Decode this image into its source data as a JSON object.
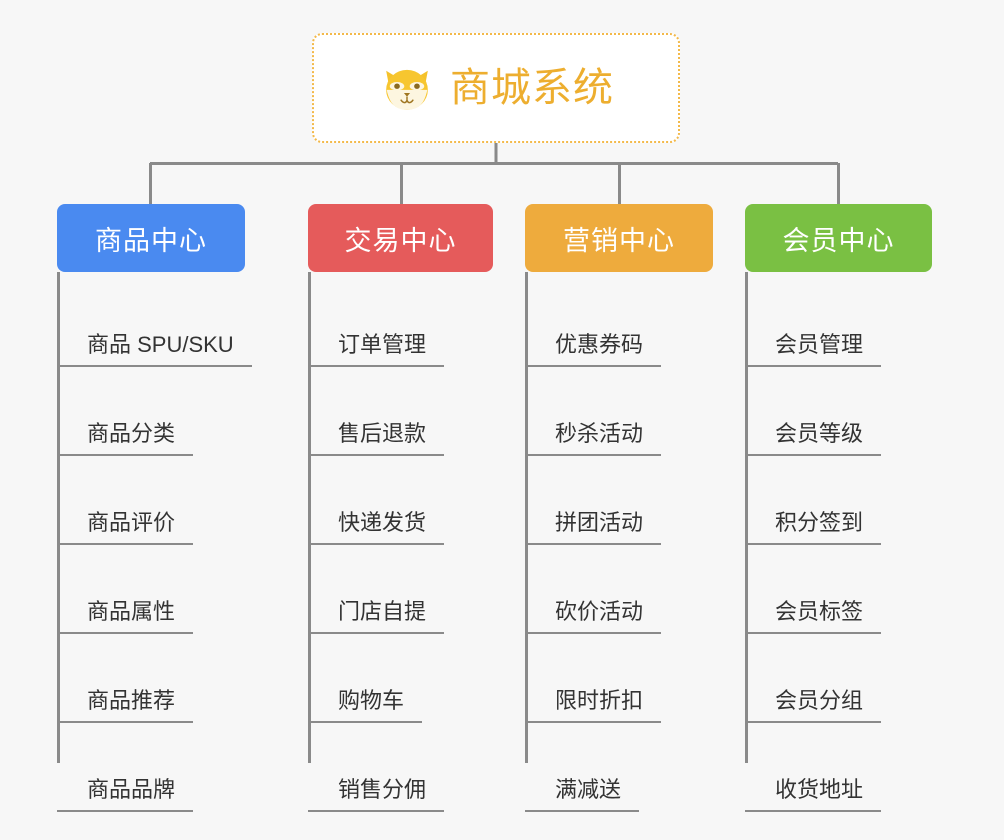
{
  "page": {
    "background_color": "#f7f7f7",
    "diagram_type": "mindmap-tree"
  },
  "root": {
    "title": "商城系统",
    "icon": "shiba-dog-face-emoji",
    "text_color": "#edae2f",
    "border_color": "#f3b94a",
    "background_color": "#ffffff"
  },
  "branches": [
    {
      "label": "商品中心",
      "color": "#4a8af0",
      "items": [
        "商品 SPU/SKU",
        "商品分类",
        "商品评价",
        "商品属性",
        "商品推荐",
        "商品品牌"
      ]
    },
    {
      "label": "交易中心",
      "color": "#e55b5b",
      "items": [
        "订单管理",
        "售后退款",
        "快递发货",
        "门店自提",
        "购物车",
        "销售分佣"
      ]
    },
    {
      "label": "营销中心",
      "color": "#eeab3d",
      "items": [
        "优惠券码",
        "秒杀活动",
        "拼团活动",
        "砍价活动",
        "限时折扣",
        "满减送"
      ]
    },
    {
      "label": "会员中心",
      "color": "#7ac043",
      "items": [
        "会员管理",
        "会员等级",
        "积分签到",
        "会员标签",
        "会员分组",
        "收货地址"
      ]
    }
  ],
  "connector": {
    "color": "#8a8a8a"
  }
}
